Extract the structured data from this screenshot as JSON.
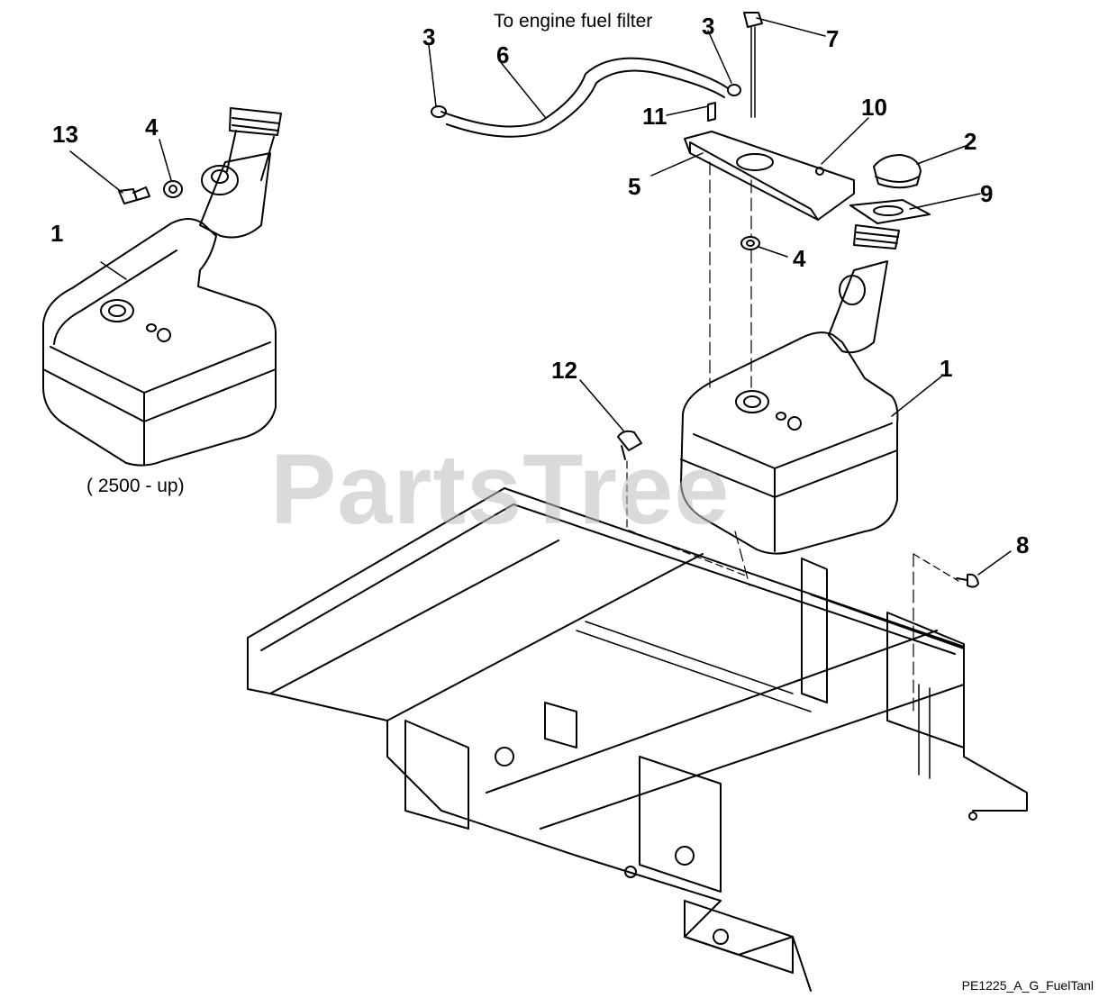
{
  "diagram": {
    "watermark": "PartsTree",
    "diagram_code": "PE1225_A_G_FuelTanl",
    "notes": {
      "engine_filter": "To engine fuel filter",
      "variant": "( 2500 - up)"
    },
    "callouts": [
      "1",
      "1",
      "2",
      "3",
      "3",
      "4",
      "4",
      "5",
      "6",
      "7",
      "8",
      "9",
      "10",
      "11",
      "12",
      "13"
    ]
  }
}
